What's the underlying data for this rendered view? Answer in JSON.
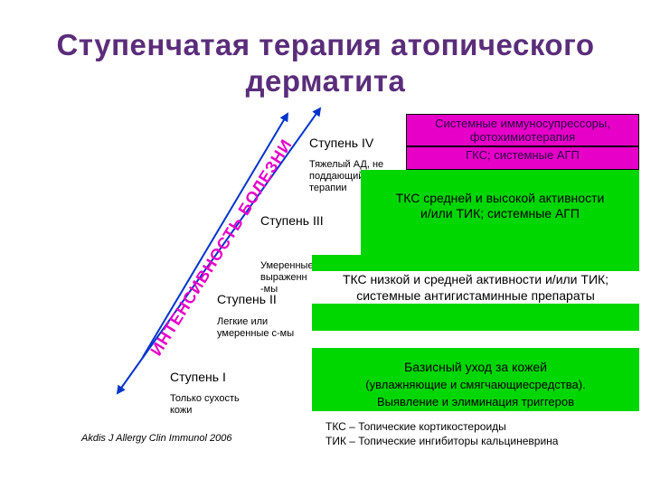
{
  "title_line1": "Ступенчатая терапия атопического",
  "title_line2": "дерматита",
  "diagonal_label": "ИНТЕНСИВНОСТЬ БОЛЕЗНИ",
  "steps": [
    {
      "label": "Ступень I",
      "desc": [
        "Только сухость",
        "кожи"
      ]
    },
    {
      "label": "Ступень II",
      "desc": [
        "Легкие или",
        "умеренные с-мы"
      ]
    },
    {
      "label": "Ступень III",
      "desc": [
        "Умеренные и",
        "выраженные      с",
        "-мы"
      ]
    },
    {
      "label": "Ступень IV",
      "desc": [
        "Тяжелый АД, не",
        "поддающийся",
        "терапии"
      ]
    }
  ],
  "therapy": {
    "systemic": [
      "Системные иммуносупрессоры,",
      "фотохимиотерапия"
    ],
    "gks": "ГКС; системные АГП",
    "tks_mid_high": [
      "ТКС средней и высокой активности",
      "и/или ТИК; системные АГП"
    ],
    "tks_low_mid": [
      "ТКС низкой и средней активности и/или ТИК;",
      "системные антигистаминные препараты"
    ],
    "basic": [
      "Базисный уход за кожей",
      "(увлажняющие и смягчающиесредства).",
      "Выявление и элиминация триггеров"
    ]
  },
  "legend": [
    "ТКС – Топические кортикостероиды",
    "ТИК – Топические ингибиторы кальциневрина"
  ],
  "citation": "Akdis J Allergy Clin Immunol 2006",
  "colors": {
    "title": "#5a2d7a",
    "green": "#00d600",
    "magenta": "#e600c8",
    "diagonal_text": "#e600c8",
    "arrow": "#0033cc"
  }
}
